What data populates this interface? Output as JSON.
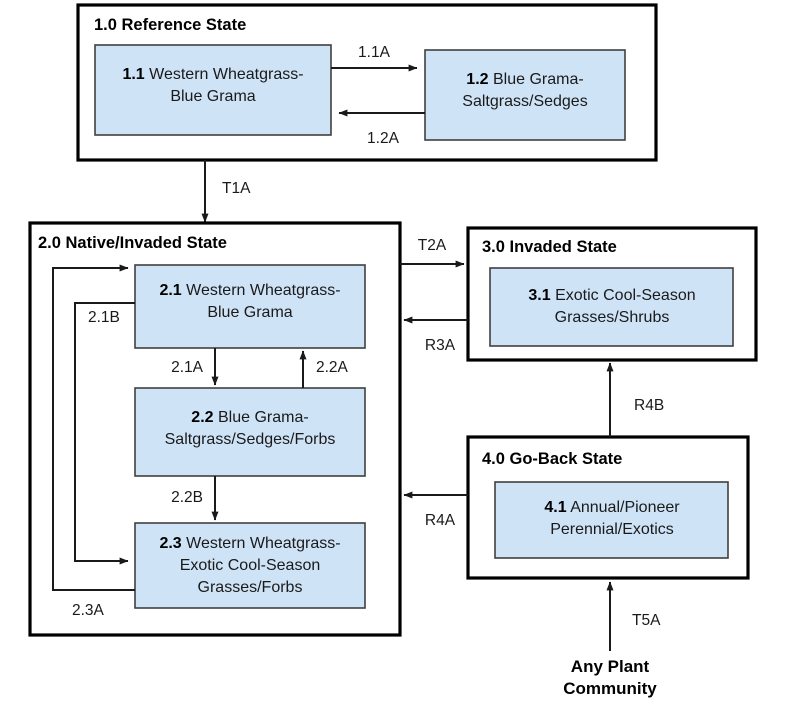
{
  "diagram": {
    "type": "state-and-transition-model",
    "colors": {
      "community_fill": "#cfe3f7",
      "community_stroke": "#404040",
      "state_stroke": "#000000",
      "background": "#ffffff",
      "connector": "#1a1a1a"
    },
    "states": [
      {
        "id": "1.0",
        "title": "1.0 Reference State",
        "communities": [
          {
            "id": "1.1",
            "code": "1.1",
            "name": "Western Wheatgrass-",
            "name2": "Blue Grama"
          },
          {
            "id": "1.2",
            "code": "1.2",
            "name": "Blue Grama-",
            "name2": "Saltgrass/Sedges"
          }
        ]
      },
      {
        "id": "2.0",
        "title": "2.0 Native/Invaded State",
        "communities": [
          {
            "id": "2.1",
            "code": "2.1",
            "name": "Western Wheatgrass-",
            "name2": "Blue Grama"
          },
          {
            "id": "2.2",
            "code": "2.2",
            "name": "Blue Grama-",
            "name2": "Saltgrass/Sedges/Forbs"
          },
          {
            "id": "2.3",
            "code": "2.3",
            "name": "Western Wheatgrass-",
            "name2": "Exotic Cool-Season",
            "name3": "Grasses/Forbs"
          }
        ]
      },
      {
        "id": "3.0",
        "title": "3.0 Invaded State",
        "communities": [
          {
            "id": "3.1",
            "code": "3.1",
            "name": "Exotic Cool-Season",
            "name2": "Grasses/Shrubs"
          }
        ]
      },
      {
        "id": "4.0",
        "title": "4.0 Go-Back State",
        "communities": [
          {
            "id": "4.1",
            "code": "4.1",
            "name": "Annual/Pioneer",
            "name2": "Perennial/Exotics"
          }
        ]
      }
    ],
    "external_nodes": [
      {
        "id": "any-plant-community",
        "line1": "Any Plant",
        "line2": "Community"
      }
    ],
    "transitions": [
      {
        "id": "1.1A",
        "label": "1.1A",
        "from": "1.1",
        "to": "1.2",
        "kind": "community-pathway"
      },
      {
        "id": "1.2A",
        "label": "1.2A",
        "from": "1.2",
        "to": "1.1",
        "kind": "community-pathway"
      },
      {
        "id": "T1A",
        "label": "T1A",
        "from": "1.0",
        "to": "2.0",
        "kind": "transition"
      },
      {
        "id": "2.1A",
        "label": "2.1A",
        "from": "2.1",
        "to": "2.2",
        "kind": "community-pathway"
      },
      {
        "id": "2.2A",
        "label": "2.2A",
        "from": "2.2",
        "to": "2.1",
        "kind": "community-pathway"
      },
      {
        "id": "2.1B",
        "label": "2.1B",
        "from": "2.1",
        "to": "2.3",
        "kind": "community-pathway"
      },
      {
        "id": "2.2B",
        "label": "2.2B",
        "from": "2.2",
        "to": "2.3",
        "kind": "community-pathway"
      },
      {
        "id": "2.3A",
        "label": "2.3A",
        "from": "2.3",
        "to": "2.1",
        "kind": "community-pathway"
      },
      {
        "id": "T2A",
        "label": "T2A",
        "from": "2.0",
        "to": "3.0",
        "kind": "transition"
      },
      {
        "id": "R3A",
        "label": "R3A",
        "from": "3.0",
        "to": "2.0",
        "kind": "restoration"
      },
      {
        "id": "R4A",
        "label": "R4A",
        "from": "4.0",
        "to": "2.0",
        "kind": "restoration"
      },
      {
        "id": "R4B",
        "label": "R4B",
        "from": "4.0",
        "to": "3.0",
        "kind": "restoration"
      },
      {
        "id": "T5A",
        "label": "T5A",
        "from": "any-plant-community",
        "to": "4.0",
        "kind": "transition"
      }
    ]
  }
}
